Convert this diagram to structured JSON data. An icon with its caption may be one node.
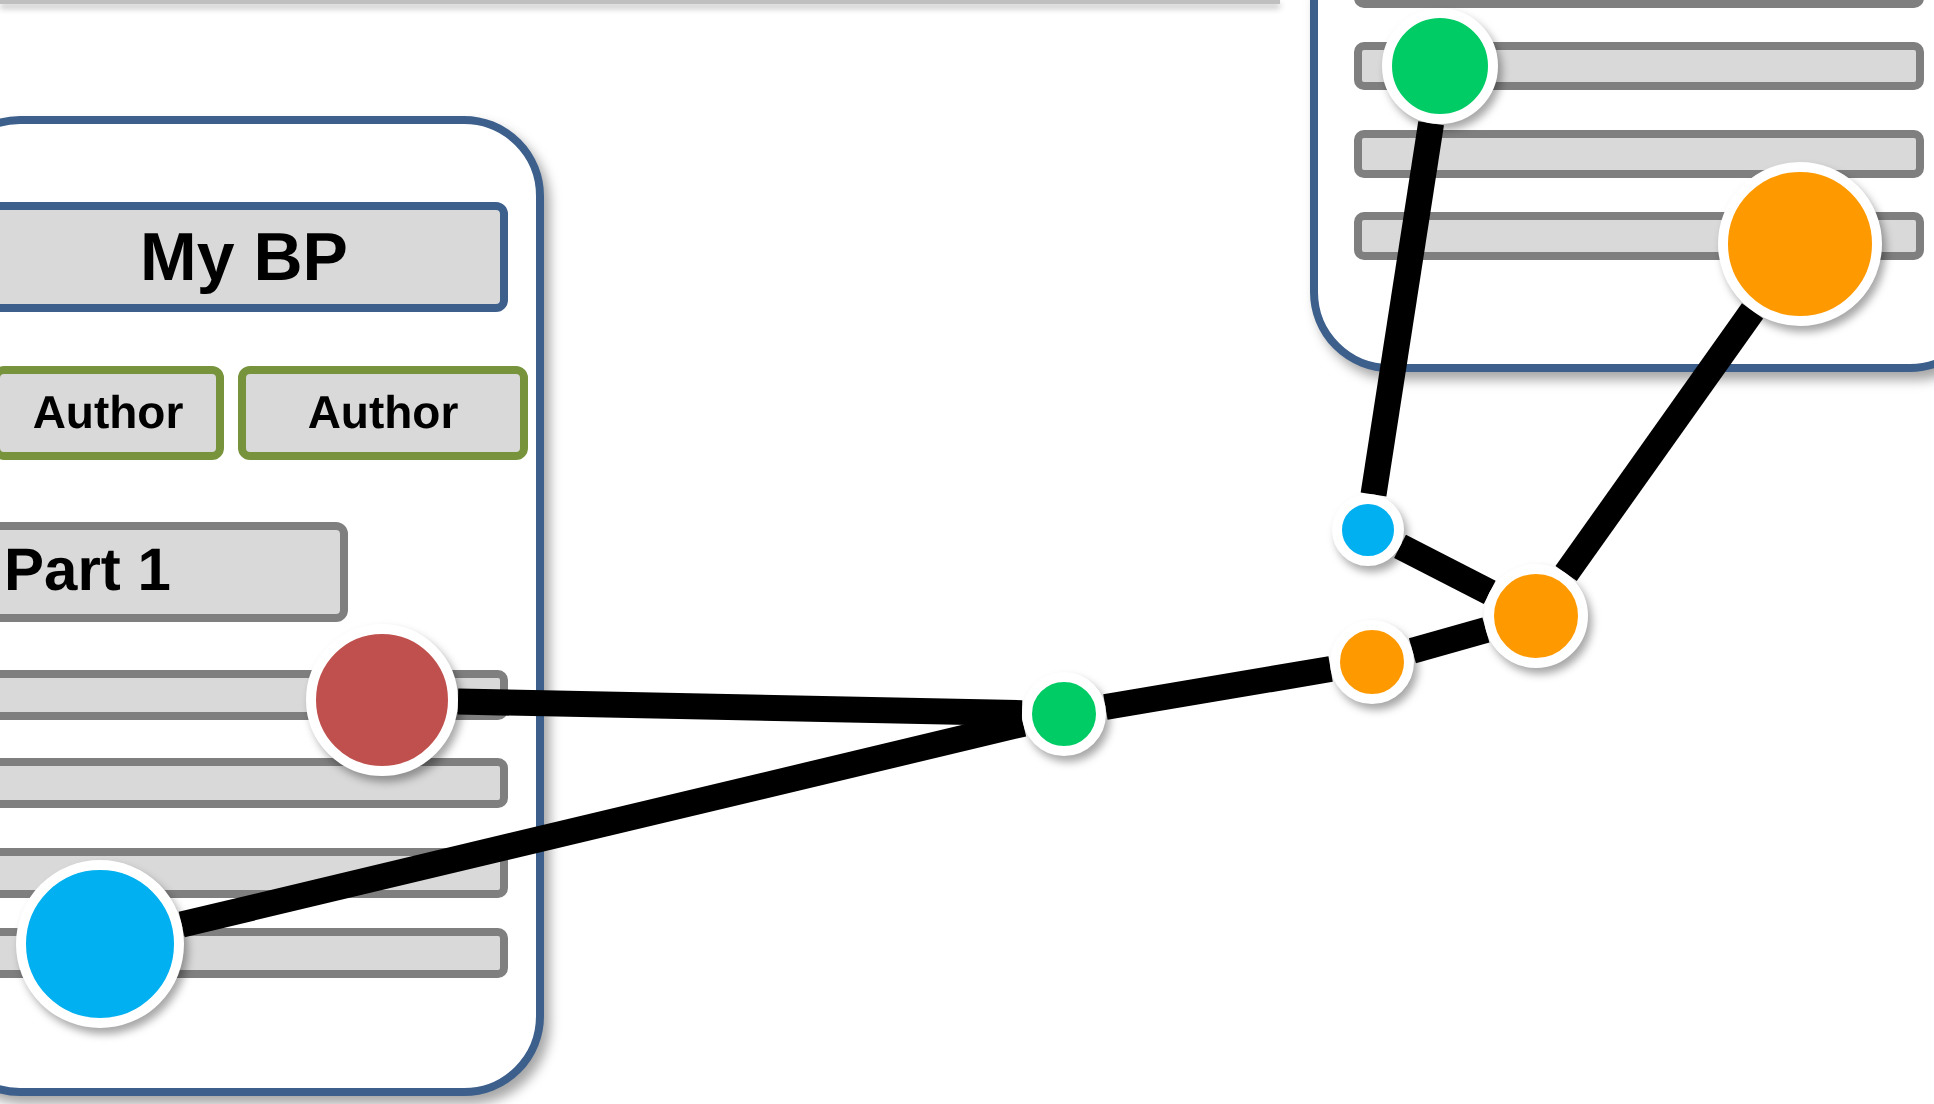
{
  "diagram": {
    "nodes": [
      {
        "text": [],
        "shape": "box"
      },
      {
        "text": [],
        "shape": "circle",
        "in": 0
      },
      {
        "text": [],
        "shape": "circle",
        "in": 0
      },
      {
        "text": [],
        "shape": "box"
      },
      {
        "text": [
          "My BP"
        ],
        "in": 3
      },
      {
        "text": [
          "Author"
        ],
        "in": 3
      },
      {
        "text": [
          "Author"
        ],
        "in": 3
      },
      {
        "text": [
          "Part 1"
        ],
        "in": 3
      },
      {
        "text": [],
        "shape": "circle",
        "in": 3
      },
      {
        "text": [],
        "shape": "circle",
        "in": 3
      },
      {
        "text": [],
        "shape": "circle"
      },
      {
        "text": [],
        "shape": "circle"
      },
      {
        "text": [],
        "shape": "circle"
      },
      {
        "text": [],
        "shape": "circle"
      }
    ],
    "edges": [
      {
        "from": 8,
        "to": 13,
        "arrow": "none"
      },
      {
        "from": 9,
        "to": 13,
        "arrow": "none"
      },
      {
        "from": 13,
        "to": 12,
        "arrow": "none"
      },
      {
        "from": 12,
        "to": 11,
        "arrow": "none"
      },
      {
        "from": 10,
        "to": 11,
        "arrow": "none"
      },
      {
        "from": 1,
        "to": 10,
        "arrow": "none"
      },
      {
        "from": 2,
        "to": 11,
        "arrow": "none"
      }
    ]
  }
}
